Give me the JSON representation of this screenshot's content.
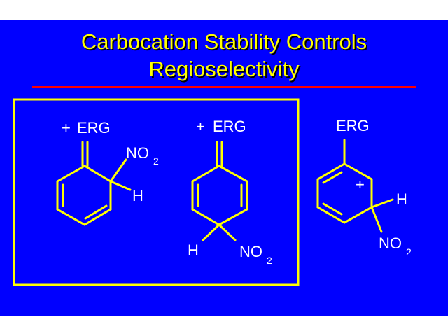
{
  "slide": {
    "title_line1": "Carbocation Stability Controls",
    "title_line2": "Regioselectivity",
    "background_color": "#0000ff",
    "title_color": "#ffff00",
    "divider_color": "#ff0000",
    "structure_color": "#ffff00",
    "label_color": "#ffffff"
  },
  "structures": {
    "ortho": {
      "plus": "+",
      "erg": "ERG",
      "no2": "NO",
      "no2_sub": "2",
      "h": "H"
    },
    "para": {
      "plus": "+",
      "erg": "ERG",
      "h": "H",
      "no2": "NO",
      "no2_sub": "2"
    },
    "meta": {
      "erg": "ERG",
      "plus": "+",
      "h": "H",
      "no2": "NO",
      "no2_sub": "2"
    }
  }
}
